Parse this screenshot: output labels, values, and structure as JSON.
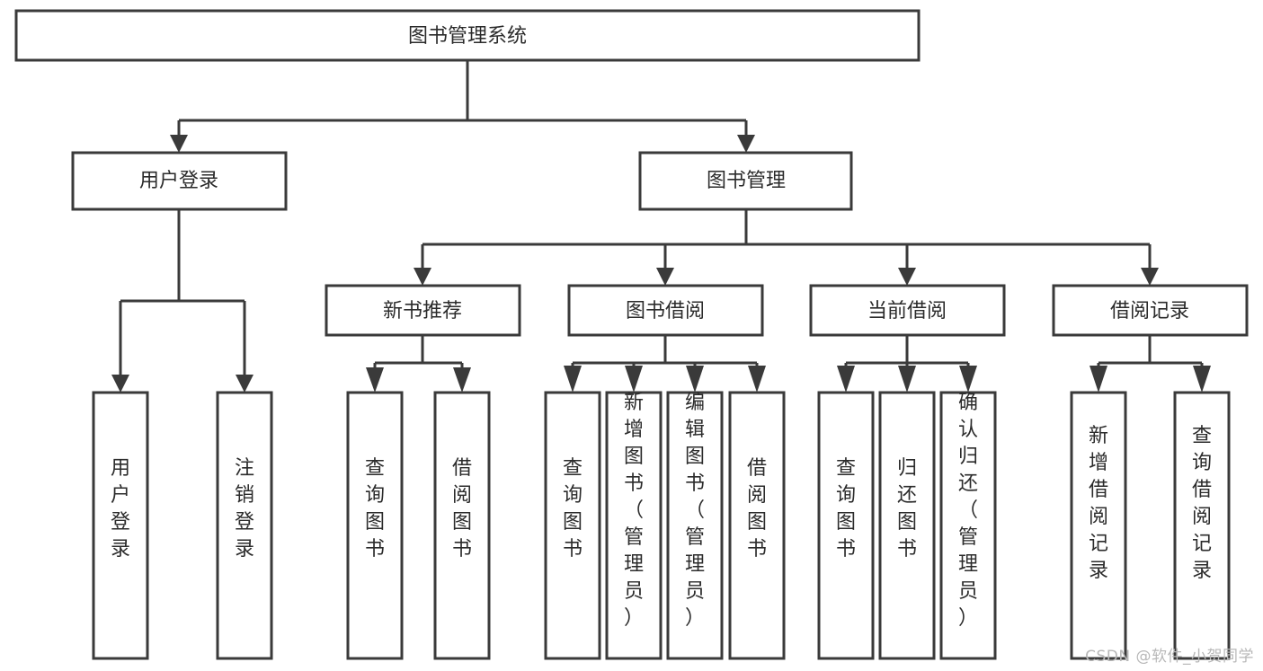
{
  "diagram": {
    "type": "tree-hierarchy",
    "title": "图书管理系统",
    "watermark": "CSDN @软件_小贺同学",
    "colors": {
      "box_stroke": "#3a3a3a",
      "box_fill": "#ffffff",
      "text": "#2b2b2b",
      "background": "#ffffff",
      "watermark": "#b8b8b8"
    },
    "levels": {
      "root": {
        "label": "图书管理系统"
      },
      "level2": [
        {
          "label": "用户登录"
        },
        {
          "label": "图书管理"
        }
      ],
      "level3": [
        {
          "label": "新书推荐"
        },
        {
          "label": "图书借阅"
        },
        {
          "label": "当前借阅"
        },
        {
          "label": "借阅记录"
        }
      ],
      "leaves": {
        "user_login": [
          {
            "label": "用户登录"
          },
          {
            "label": "注销登录"
          }
        ],
        "new_book_recommend": [
          {
            "label": "查询图书"
          },
          {
            "label": "借阅图书"
          }
        ],
        "book_borrow": [
          {
            "label": "查询图书"
          },
          {
            "label": "新增图书（管理员）"
          },
          {
            "label": "编辑图书（管理员）"
          },
          {
            "label": "借阅图书"
          }
        ],
        "current_borrow": [
          {
            "label": "查询图书"
          },
          {
            "label": "归还图书"
          },
          {
            "label": "确认归还（管理员）"
          }
        ],
        "borrow_record": [
          {
            "label": "新增借阅记录"
          },
          {
            "label": "查询借阅记录"
          }
        ]
      }
    }
  }
}
